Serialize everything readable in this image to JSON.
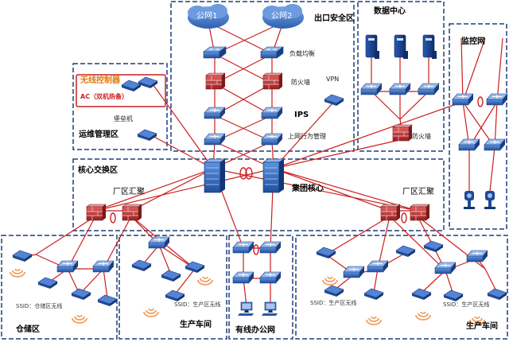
{
  "zones": {
    "exit_security": "出口安全区",
    "data_center": "数据中心",
    "monitoring": "监控网",
    "ops_zone": "运维管理区",
    "core_switch": "核心交换区",
    "warehouse": "仓储区",
    "production_1": "生产车间",
    "wired_office": "有线办公网",
    "production_2": "生产车间"
  },
  "clouds": [
    "公网1",
    "公网2"
  ],
  "devices": {
    "load_balance": "负载均衡",
    "firewall": "防火墙",
    "ips": "IPS",
    "behavior_mgmt": "上网行为管理",
    "vpn": "VPN",
    "dc_firewall": "防火墙",
    "bastion": "堡垒机",
    "wireless_controller": "无线控制器",
    "ac_ha": "AC（双机热备）",
    "group_core": "集团核心",
    "plant_agg_left": "厂区汇聚",
    "plant_agg_right": "厂区汇聚"
  },
  "ssids": {
    "warehouse": "SSID：仓储区无线",
    "production_1": "SSID：生产区无线",
    "production_2a": "SSID：生产区无线",
    "production_2b": "SSID：生产区无线"
  },
  "colors": {
    "zone_border": "#1f3f7a",
    "link": "#cc1f1f",
    "device": "#2e64b8",
    "cloud": "#3d74c6",
    "firewall": "#b83232",
    "highlight_text": "#e07a10"
  }
}
